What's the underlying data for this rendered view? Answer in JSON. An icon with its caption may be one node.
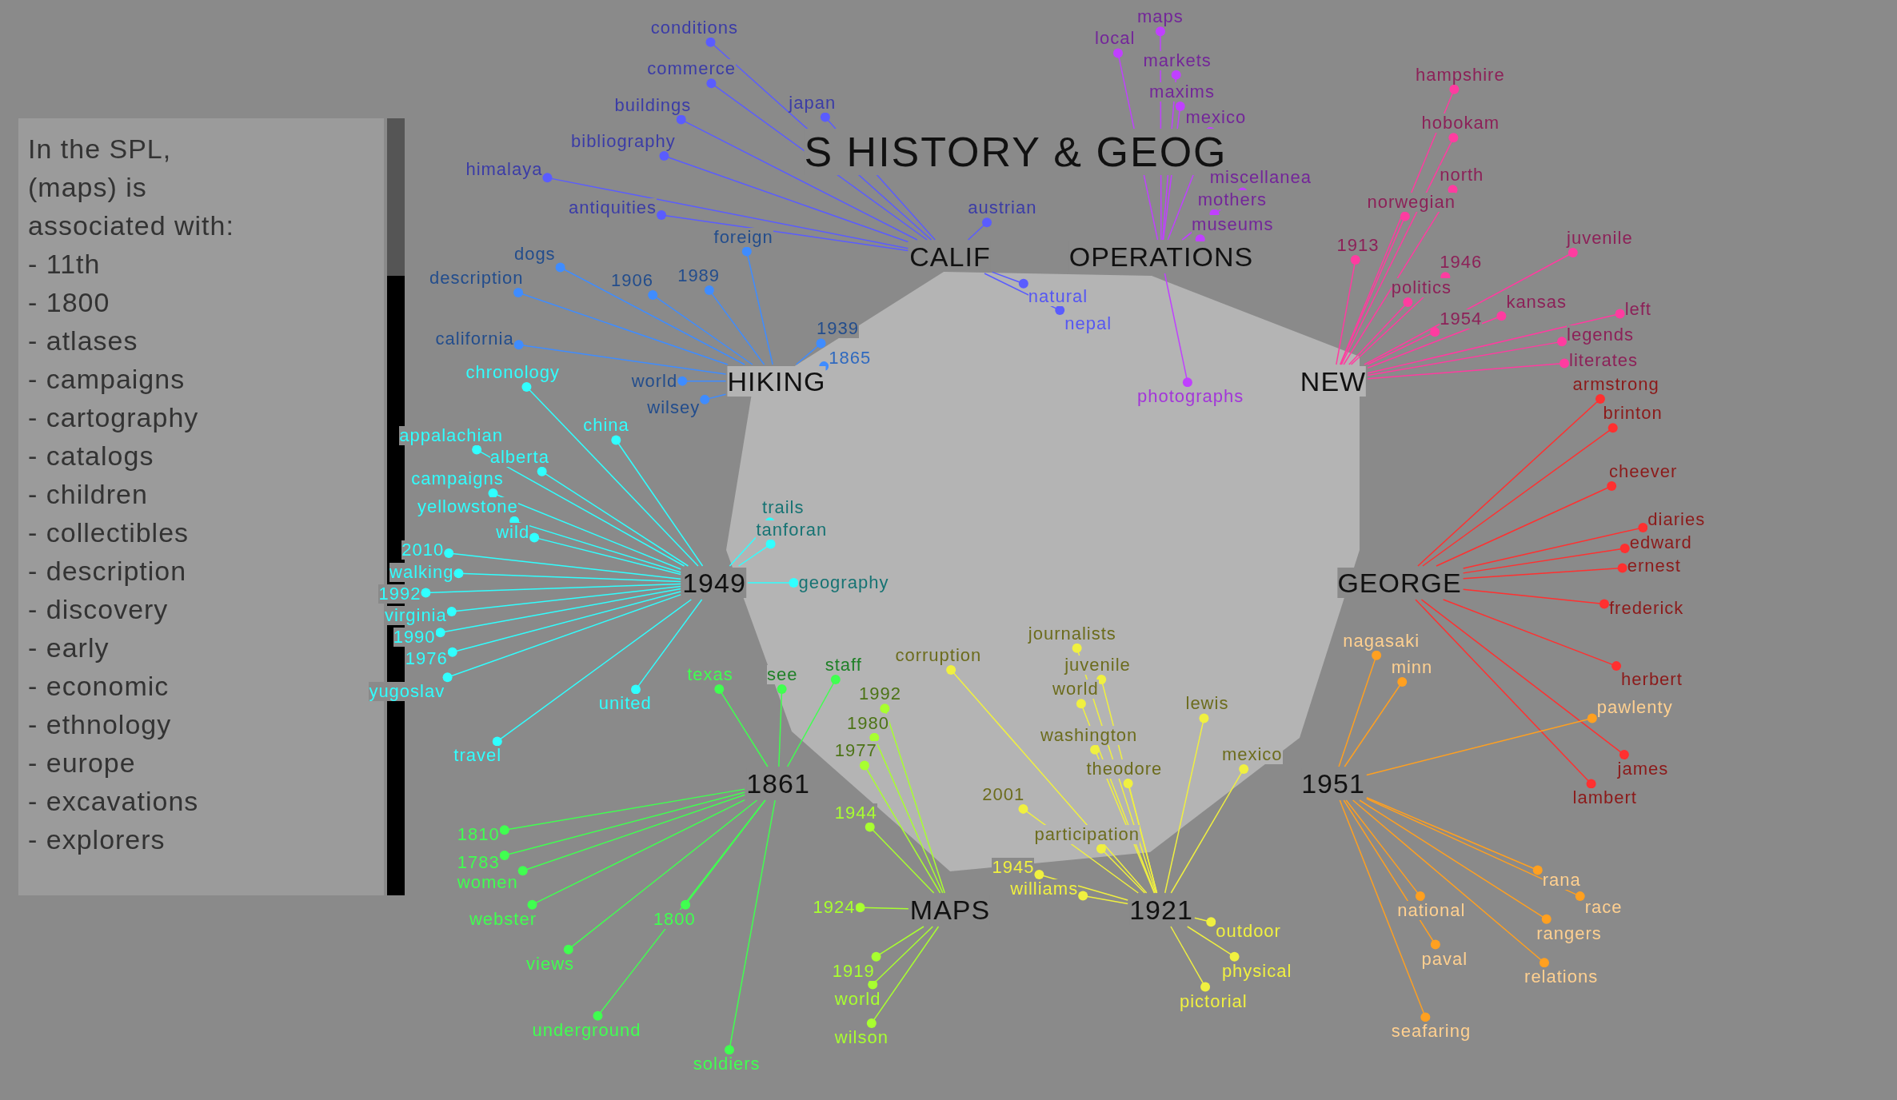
{
  "diagram": {
    "title": "S HISTORY & GEOG",
    "nodes": [
      {
        "text": [
          "CALIF"
        ]
      },
      {
        "text": [
          "OPERATIONS"
        ]
      },
      {
        "text": [
          "HIKING"
        ]
      },
      {
        "text": [
          "NEW"
        ]
      },
      {
        "text": [
          "1949"
        ]
      },
      {
        "text": [
          "GEORGE"
        ]
      },
      {
        "text": [
          "1861"
        ]
      },
      {
        "text": [
          "1951"
        ]
      },
      {
        "text": [
          "MAPS"
        ]
      },
      {
        "text": [
          "1921"
        ]
      },
      {
        "text": [
          "conditions"
        ]
      },
      {
        "text": [
          "commerce"
        ]
      },
      {
        "text": [
          "buildings"
        ]
      },
      {
        "text": [
          "bibliography"
        ]
      },
      {
        "text": [
          "himalaya"
        ]
      },
      {
        "text": [
          "antiquities"
        ]
      },
      {
        "text": [
          "japan"
        ]
      },
      {
        "text": [
          "austrian"
        ]
      },
      {
        "text": [
          "natural"
        ]
      },
      {
        "text": [
          "nepal"
        ]
      },
      {
        "text": [
          "maps"
        ]
      },
      {
        "text": [
          "local"
        ]
      },
      {
        "text": [
          "markets"
        ]
      },
      {
        "text": [
          "maxims"
        ]
      },
      {
        "text": [
          "mexico"
        ]
      },
      {
        "text": [
          "miscellanea"
        ]
      },
      {
        "text": [
          "mothers"
        ]
      },
      {
        "text": [
          "museums"
        ]
      },
      {
        "text": [
          "photographs"
        ]
      },
      {
        "text": [
          "dogs"
        ]
      },
      {
        "text": [
          "description"
        ]
      },
      {
        "text": [
          "1989"
        ]
      },
      {
        "text": [
          "california"
        ]
      },
      {
        "text": [
          "1906"
        ]
      },
      {
        "text": [
          "foreign"
        ]
      },
      {
        "text": [
          "world"
        ]
      },
      {
        "text": [
          "wilsey"
        ]
      },
      {
        "text": [
          "1939"
        ]
      },
      {
        "text": [
          "1865"
        ]
      },
      {
        "text": [
          "hampshire"
        ]
      },
      {
        "text": [
          "hobokam"
        ]
      },
      {
        "text": [
          "north"
        ]
      },
      {
        "text": [
          "norwegian"
        ]
      },
      {
        "text": [
          "juvenile"
        ]
      },
      {
        "text": [
          "1913"
        ]
      },
      {
        "text": [
          "1946"
        ]
      },
      {
        "text": [
          "kansas"
        ]
      },
      {
        "text": [
          "1954"
        ]
      },
      {
        "text": [
          "left"
        ]
      },
      {
        "text": [
          "legends"
        ]
      },
      {
        "text": [
          "politics"
        ]
      },
      {
        "text": [
          "literates"
        ]
      },
      {
        "text": [
          "chronology"
        ]
      },
      {
        "text": [
          "china"
        ]
      },
      {
        "text": [
          "appalachian"
        ]
      },
      {
        "text": [
          "alberta"
        ]
      },
      {
        "text": [
          "campaigns"
        ]
      },
      {
        "text": [
          "yellowstone"
        ]
      },
      {
        "text": [
          "wild"
        ]
      },
      {
        "text": [
          "2010"
        ]
      },
      {
        "text": [
          "walking"
        ]
      },
      {
        "text": [
          "1992"
        ]
      },
      {
        "text": [
          "virginia"
        ]
      },
      {
        "text": [
          "1990"
        ]
      },
      {
        "text": [
          "1976"
        ]
      },
      {
        "text": [
          "united"
        ]
      },
      {
        "text": [
          "yugoslav"
        ]
      },
      {
        "text": [
          "travel"
        ]
      },
      {
        "text": [
          "trails"
        ]
      },
      {
        "text": [
          "tanforan"
        ]
      },
      {
        "text": [
          "geography"
        ]
      },
      {
        "text": [
          "armstrong"
        ]
      },
      {
        "text": [
          "brinton"
        ]
      },
      {
        "text": [
          "cheever"
        ]
      },
      {
        "text": [
          "diaries"
        ]
      },
      {
        "text": [
          "edward"
        ]
      },
      {
        "text": [
          "ernest"
        ]
      },
      {
        "text": [
          "frederick"
        ]
      },
      {
        "text": [
          "herbert"
        ]
      },
      {
        "text": [
          "james"
        ]
      },
      {
        "text": [
          "lambert"
        ]
      },
      {
        "text": [
          "texas"
        ]
      },
      {
        "text": [
          "see"
        ]
      },
      {
        "text": [
          "staff"
        ]
      },
      {
        "text": [
          "1810"
        ]
      },
      {
        "text": [
          "1783"
        ]
      },
      {
        "text": [
          "women"
        ]
      },
      {
        "text": [
          "webster"
        ]
      },
      {
        "text": [
          "1800"
        ]
      },
      {
        "text": [
          "views"
        ]
      },
      {
        "text": [
          "underground"
        ]
      },
      {
        "text": [
          "soldiers"
        ]
      },
      {
        "text": [
          "minn"
        ]
      },
      {
        "text": [
          "nagasaki"
        ]
      },
      {
        "text": [
          "pawlenty"
        ]
      },
      {
        "text": [
          "rana"
        ]
      },
      {
        "text": [
          "race"
        ]
      },
      {
        "text": [
          "rangers"
        ]
      },
      {
        "text": [
          "relations"
        ]
      },
      {
        "text": [
          "national"
        ]
      },
      {
        "text": [
          "paval"
        ]
      },
      {
        "text": [
          "seafaring"
        ]
      },
      {
        "text": [
          "1992"
        ]
      },
      {
        "text": [
          "1980"
        ]
      },
      {
        "text": [
          "1977"
        ]
      },
      {
        "text": [
          "1944"
        ]
      },
      {
        "text": [
          "1924"
        ]
      },
      {
        "text": [
          "1919"
        ]
      },
      {
        "text": [
          "world"
        ]
      },
      {
        "text": [
          "wilson"
        ]
      },
      {
        "text": [
          "journalists"
        ]
      },
      {
        "text": [
          "corruption"
        ]
      },
      {
        "text": [
          "juvenile"
        ]
      },
      {
        "text": [
          "world"
        ]
      },
      {
        "text": [
          "lewis"
        ]
      },
      {
        "text": [
          "washington"
        ]
      },
      {
        "text": [
          "mexico"
        ]
      },
      {
        "text": [
          "theodore"
        ]
      },
      {
        "text": [
          "2001"
        ]
      },
      {
        "text": [
          "participation"
        ]
      },
      {
        "text": [
          "1945"
        ]
      },
      {
        "text": [
          "williams"
        ]
      },
      {
        "text": [
          "outdoor"
        ]
      },
      {
        "text": [
          "physical"
        ]
      },
      {
        "text": [
          "pictorial"
        ]
      }
    ],
    "edges": [
      {
        "from": 10,
        "to": 0,
        "arrow": "other",
        "color": "#5a5cff"
      },
      {
        "from": 11,
        "to": 0,
        "arrow": "other",
        "color": "#5a5cff"
      },
      {
        "from": 12,
        "to": 0,
        "arrow": "other",
        "color": "#5a5cff"
      },
      {
        "from": 13,
        "to": 0,
        "arrow": "other",
        "color": "#5a5cff"
      },
      {
        "from": 14,
        "to": 0,
        "arrow": "other",
        "color": "#5a5cff"
      },
      {
        "from": 15,
        "to": 0,
        "arrow": "other",
        "color": "#5a5cff"
      },
      {
        "from": 16,
        "to": 0,
        "arrow": "other",
        "color": "#5a5cff"
      },
      {
        "from": 17,
        "to": 0,
        "arrow": "other",
        "color": "#5a5cff"
      },
      {
        "from": 18,
        "to": 0,
        "arrow": "other",
        "color": "#5a5cff"
      },
      {
        "from": 19,
        "to": 0,
        "arrow": "other",
        "color": "#5a5cff"
      },
      {
        "from": 20,
        "to": 1,
        "arrow": "other",
        "color": "#c040ff"
      },
      {
        "from": 21,
        "to": 1,
        "arrow": "other",
        "color": "#c040ff"
      },
      {
        "from": 22,
        "to": 1,
        "arrow": "other",
        "color": "#c040ff"
      },
      {
        "from": 23,
        "to": 1,
        "arrow": "other",
        "color": "#c040ff"
      },
      {
        "from": 24,
        "to": 1,
        "arrow": "other",
        "color": "#c040ff"
      },
      {
        "from": 25,
        "to": 1,
        "arrow": "other",
        "color": "#c040ff"
      },
      {
        "from": 26,
        "to": 1,
        "arrow": "other",
        "color": "#c040ff"
      },
      {
        "from": 27,
        "to": 1,
        "arrow": "other",
        "color": "#c040ff"
      },
      {
        "from": 28,
        "to": 1,
        "arrow": "other",
        "color": "#c040ff"
      },
      {
        "from": 29,
        "to": 2,
        "arrow": "other",
        "color": "#3f8cff"
      },
      {
        "from": 30,
        "to": 2,
        "arrow": "other",
        "color": "#3f8cff"
      },
      {
        "from": 31,
        "to": 2,
        "arrow": "other",
        "color": "#3f8cff"
      },
      {
        "from": 32,
        "to": 2,
        "arrow": "other",
        "color": "#3f8cff"
      },
      {
        "from": 33,
        "to": 2,
        "arrow": "other",
        "color": "#3f8cff"
      },
      {
        "from": 34,
        "to": 2,
        "arrow": "other",
        "color": "#3f8cff"
      },
      {
        "from": 35,
        "to": 2,
        "arrow": "other",
        "color": "#3f8cff"
      },
      {
        "from": 36,
        "to": 2,
        "arrow": "other",
        "color": "#3f8cff"
      },
      {
        "from": 37,
        "to": 2,
        "arrow": "other",
        "color": "#3f8cff"
      },
      {
        "from": 38,
        "to": 2,
        "arrow": "other",
        "color": "#3f8cff"
      },
      {
        "from": 39,
        "to": 3,
        "arrow": "other",
        "color": "#ff3ca0"
      },
      {
        "from": 40,
        "to": 3,
        "arrow": "other",
        "color": "#ff3ca0"
      },
      {
        "from": 41,
        "to": 3,
        "arrow": "other",
        "color": "#ff3ca0"
      },
      {
        "from": 42,
        "to": 3,
        "arrow": "other",
        "color": "#ff3ca0"
      },
      {
        "from": 43,
        "to": 3,
        "arrow": "other",
        "color": "#ff3ca0"
      },
      {
        "from": 44,
        "to": 3,
        "arrow": "other",
        "color": "#ff3ca0"
      },
      {
        "from": 45,
        "to": 3,
        "arrow": "other",
        "color": "#ff3ca0"
      },
      {
        "from": 46,
        "to": 3,
        "arrow": "other",
        "color": "#ff3ca0"
      },
      {
        "from": 47,
        "to": 3,
        "arrow": "other",
        "color": "#ff3ca0"
      },
      {
        "from": 48,
        "to": 3,
        "arrow": "other",
        "color": "#ff3ca0"
      },
      {
        "from": 49,
        "to": 3,
        "arrow": "other",
        "color": "#ff3ca0"
      },
      {
        "from": 50,
        "to": 3,
        "arrow": "other",
        "color": "#ff3ca0"
      },
      {
        "from": 51,
        "to": 3,
        "arrow": "other",
        "color": "#ff3ca0"
      },
      {
        "from": 52,
        "to": 4,
        "arrow": "other",
        "color": "#30ffff"
      },
      {
        "from": 53,
        "to": 4,
        "arrow": "other",
        "color": "#30ffff"
      },
      {
        "from": 54,
        "to": 4,
        "arrow": "other",
        "color": "#30ffff"
      },
      {
        "from": 55,
        "to": 4,
        "arrow": "other",
        "color": "#30ffff"
      },
      {
        "from": 56,
        "to": 4,
        "arrow": "other",
        "color": "#30ffff"
      },
      {
        "from": 57,
        "to": 4,
        "arrow": "other",
        "color": "#30ffff"
      },
      {
        "from": 58,
        "to": 4,
        "arrow": "other",
        "color": "#30ffff"
      },
      {
        "from": 59,
        "to": 4,
        "arrow": "other",
        "color": "#30ffff"
      },
      {
        "from": 60,
        "to": 4,
        "arrow": "other",
        "color": "#30ffff"
      },
      {
        "from": 61,
        "to": 4,
        "arrow": "other",
        "color": "#30ffff"
      },
      {
        "from": 62,
        "to": 4,
        "arrow": "other",
        "color": "#30ffff"
      },
      {
        "from": 63,
        "to": 4,
        "arrow": "other",
        "color": "#30ffff"
      },
      {
        "from": 64,
        "to": 4,
        "arrow": "other",
        "color": "#30ffff"
      },
      {
        "from": 65,
        "to": 4,
        "arrow": "other",
        "color": "#30ffff"
      },
      {
        "from": 66,
        "to": 4,
        "arrow": "other",
        "color": "#30ffff"
      },
      {
        "from": 67,
        "to": 4,
        "arrow": "other",
        "color": "#30ffff"
      },
      {
        "from": 68,
        "to": 4,
        "arrow": "other",
        "color": "#30ffff"
      },
      {
        "from": 69,
        "to": 4,
        "arrow": "other",
        "color": "#30ffff"
      },
      {
        "from": 70,
        "to": 4,
        "arrow": "other",
        "color": "#30ffff"
      },
      {
        "from": 71,
        "to": 5,
        "arrow": "other",
        "color": "#ff3030"
      },
      {
        "from": 72,
        "to": 5,
        "arrow": "other",
        "color": "#ff3030"
      },
      {
        "from": 73,
        "to": 5,
        "arrow": "other",
        "color": "#ff3030"
      },
      {
        "from": 74,
        "to": 5,
        "arrow": "other",
        "color": "#ff3030"
      },
      {
        "from": 75,
        "to": 5,
        "arrow": "other",
        "color": "#ff3030"
      },
      {
        "from": 76,
        "to": 5,
        "arrow": "other",
        "color": "#ff3030"
      },
      {
        "from": 77,
        "to": 5,
        "arrow": "other",
        "color": "#ff3030"
      },
      {
        "from": 78,
        "to": 5,
        "arrow": "other",
        "color": "#ff3030"
      },
      {
        "from": 79,
        "to": 5,
        "arrow": "other",
        "color": "#ff3030"
      },
      {
        "from": 80,
        "to": 5,
        "arrow": "other",
        "color": "#ff3030"
      },
      {
        "from": 81,
        "to": 6,
        "arrow": "other",
        "color": "#40ff50"
      },
      {
        "from": 82,
        "to": 6,
        "arrow": "other",
        "color": "#40ff50"
      },
      {
        "from": 83,
        "to": 6,
        "arrow": "other",
        "color": "#40ff50"
      },
      {
        "from": 84,
        "to": 6,
        "arrow": "other",
        "color": "#40ff50"
      },
      {
        "from": 85,
        "to": 6,
        "arrow": "other",
        "color": "#40ff50"
      },
      {
        "from": 86,
        "to": 6,
        "arrow": "other",
        "color": "#40ff50"
      },
      {
        "from": 87,
        "to": 6,
        "arrow": "other",
        "color": "#40ff50"
      },
      {
        "from": 88,
        "to": 6,
        "arrow": "other",
        "color": "#40ff50"
      },
      {
        "from": 89,
        "to": 6,
        "arrow": "other",
        "color": "#40ff50"
      },
      {
        "from": 90,
        "to": 6,
        "arrow": "other",
        "color": "#40ff50"
      },
      {
        "from": 91,
        "to": 6,
        "arrow": "other",
        "color": "#40ff50"
      },
      {
        "from": 92,
        "to": 7,
        "arrow": "other",
        "color": "#ffa020"
      },
      {
        "from": 93,
        "to": 7,
        "arrow": "other",
        "color": "#ffa020"
      },
      {
        "from": 94,
        "to": 7,
        "arrow": "other",
        "color": "#ffa020"
      },
      {
        "from": 95,
        "to": 7,
        "arrow": "other",
        "color": "#ffa020"
      },
      {
        "from": 96,
        "to": 7,
        "arrow": "other",
        "color": "#ffa020"
      },
      {
        "from": 97,
        "to": 7,
        "arrow": "other",
        "color": "#ffa020"
      },
      {
        "from": 98,
        "to": 7,
        "arrow": "other",
        "color": "#ffa020"
      },
      {
        "from": 99,
        "to": 7,
        "arrow": "other",
        "color": "#ffa020"
      },
      {
        "from": 100,
        "to": 7,
        "arrow": "other",
        "color": "#ffa020"
      },
      {
        "from": 101,
        "to": 7,
        "arrow": "other",
        "color": "#ffa020"
      },
      {
        "from": 102,
        "to": 8,
        "arrow": "other",
        "color": "#a8ff30"
      },
      {
        "from": 103,
        "to": 8,
        "arrow": "other",
        "color": "#a8ff30"
      },
      {
        "from": 104,
        "to": 8,
        "arrow": "other",
        "color": "#a8ff30"
      },
      {
        "from": 105,
        "to": 8,
        "arrow": "other",
        "color": "#a8ff30"
      },
      {
        "from": 106,
        "to": 8,
        "arrow": "other",
        "color": "#a8ff30"
      },
      {
        "from": 107,
        "to": 8,
        "arrow": "other",
        "color": "#a8ff30"
      },
      {
        "from": 108,
        "to": 8,
        "arrow": "other",
        "color": "#a8ff30"
      },
      {
        "from": 109,
        "to": 8,
        "arrow": "other",
        "color": "#a8ff30"
      },
      {
        "from": 110,
        "to": 9,
        "arrow": "other",
        "color": "#f0f040"
      },
      {
        "from": 111,
        "to": 9,
        "arrow": "other",
        "color": "#f0f040"
      },
      {
        "from": 112,
        "to": 9,
        "arrow": "other",
        "color": "#f0f040"
      },
      {
        "from": 113,
        "to": 9,
        "arrow": "other",
        "color": "#f0f040"
      },
      {
        "from": 114,
        "to": 9,
        "arrow": "other",
        "color": "#f0f040"
      },
      {
        "from": 115,
        "to": 9,
        "arrow": "other",
        "color": "#f0f040"
      },
      {
        "from": 116,
        "to": 9,
        "arrow": "other",
        "color": "#f0f040"
      },
      {
        "from": 117,
        "to": 9,
        "arrow": "other",
        "color": "#f0f040"
      },
      {
        "from": 118,
        "to": 9,
        "arrow": "other",
        "color": "#f0f040"
      },
      {
        "from": 119,
        "to": 9,
        "arrow": "other",
        "color": "#f0f040"
      },
      {
        "from": 120,
        "to": 9,
        "arrow": "other",
        "color": "#f0f040"
      },
      {
        "from": 121,
        "to": 9,
        "arrow": "other",
        "color": "#f0f040"
      },
      {
        "from": 122,
        "to": 9,
        "arrow": "other",
        "color": "#f0f040"
      },
      {
        "from": 123,
        "to": 9,
        "arrow": "other",
        "color": "#f0f040"
      },
      {
        "from": 124,
        "to": 9,
        "arrow": "other",
        "color": "#f0f040"
      }
    ],
    "labels": [
      "In the SPL, (maps) is associated with:",
      "- 11th",
      "- 1800",
      "- atlases",
      "- campaigns",
      "- cartography",
      "- catalogs",
      "- children",
      "- collectibles",
      "- description",
      "- discovery",
      "- early",
      "- economic",
      "- ethnology",
      "- europe",
      "- excavations",
      "- explorers"
    ]
  }
}
